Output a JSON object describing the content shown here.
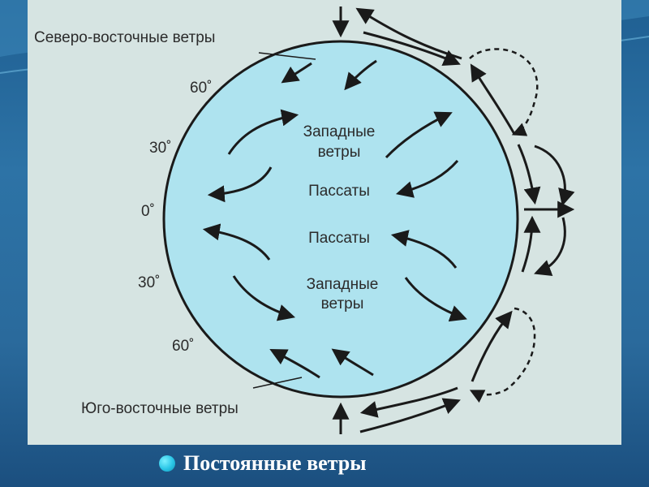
{
  "labels": {
    "northeast_winds": "Северо-восточные ветры",
    "southeast_winds": "Юго-восточные ветры",
    "westerlies_north_1": "Западные",
    "westerlies_north_2": "ветры",
    "trades_north": "Пассаты",
    "trades_south": "Пассаты",
    "westerlies_south_1": "Западные",
    "westerlies_south_2": "ветры"
  },
  "latitudes": {
    "n60": "60˚",
    "n30": "30˚",
    "eq": "0˚",
    "s30": "30˚",
    "s60": "60˚"
  },
  "caption": "Постоянные ветры",
  "colors": {
    "globe": "#aee3ef",
    "panel": "#d6e4e2",
    "stroke": "#1a1a1a",
    "bullet": "#29c5e6",
    "caption_text": "#ffffff"
  }
}
